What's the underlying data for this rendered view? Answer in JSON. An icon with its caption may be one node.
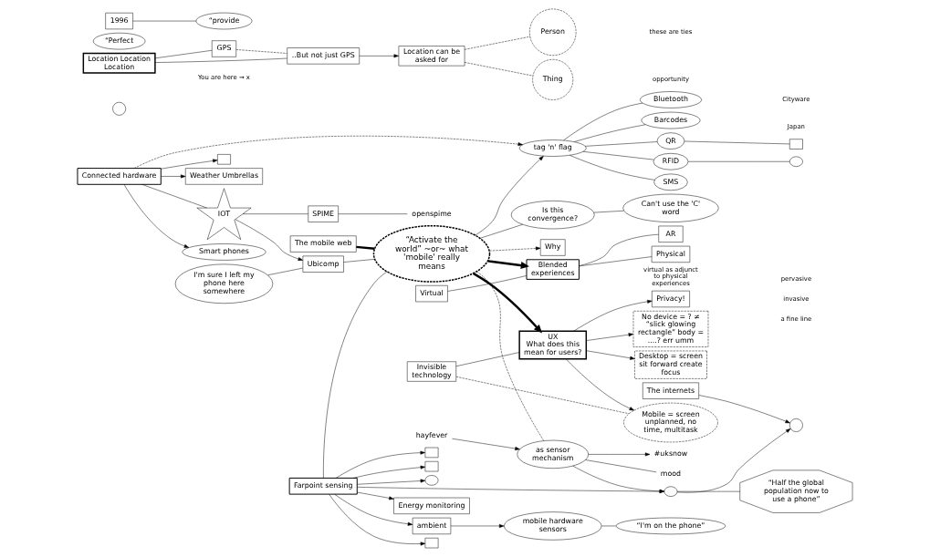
{
  "diagram": {
    "nodes": [
      {
        "text": [
          "“Activate the world” ~or~ what 'mobile' really means"
        ]
      },
      {
        "text": [
          "Connected hardware"
        ]
      },
      {
        "text": [],
        "shape": "box"
      },
      {
        "text": [
          "Weather Umbrellas"
        ]
      },
      {
        "text": [
          "Smart phones"
        ]
      },
      {
        "text": [
          "Barcodes"
        ]
      },
      {
        "text": [
          "QR"
        ]
      },
      {
        "text": [],
        "shape": "box"
      },
      {
        "text": [],
        "shape": "cloud"
      },
      {
        "text": [
          "RFID"
        ]
      },
      {
        "text": [
          "SMS"
        ]
      },
      {
        "text": [
          "Bluetooth"
        ]
      },
      {
        "text": [
          "tag 'n' flag"
        ]
      },
      {
        "text": [],
        "shape": "circle"
      },
      {
        "text": [
          "The mobile web"
        ]
      },
      {
        "text": [
          "IOT"
        ]
      },
      {
        "text": [
          "SPIME"
        ]
      },
      {
        "text": [
          "openspime"
        ]
      },
      {
        "text": [
          "I'm sure I left my phone here somewhere"
        ]
      },
      {
        "text": [
          "Invisible technology"
        ]
      },
      {
        "text": [
          "Ubicomp"
        ]
      },
      {
        "text": [
          "UX",
          "What does this mean for users?"
        ]
      },
      {
        "text": [
          "Desktop = screen sit forward create focus"
        ]
      },
      {
        "text": [
          "Privacy!"
        ]
      },
      {
        "text": [
          "No device = ? ≠ “slick glowing rectangle” body = ....? err umm"
        ]
      },
      {
        "text": [
          "Mobile = screen unplanned, no time, multitask"
        ]
      },
      {
        "text": [
          "Location Location Location"
        ]
      },
      {
        "text": [
          "Blended experiences"
        ]
      },
      {
        "text": [
          "AR"
        ]
      },
      {
        "text": [
          "Farpoint sensing"
        ]
      },
      {
        "text": [
          "Energy monitoring"
        ]
      },
      {
        "text": [
          "ambient"
        ]
      },
      {
        "text": [
          "mobile hardware sensors"
        ]
      },
      {
        "text": [
          "“I'm on the phone”"
        ]
      },
      {
        "text": [
          "The internets"
        ]
      },
      {
        "text": [],
        "shape": "circle"
      },
      {
        "text": [],
        "shape": "cloud"
      },
      {
        "text": [],
        "shape": "box"
      },
      {
        "text": [],
        "shape": "box"
      },
      {
        "text": [],
        "shape": "box"
      },
      {
        "text": [],
        "shape": "cloud"
      },
      {
        "text": [
          "as sensor mechanism"
        ]
      },
      {
        "text": [
          "“Half the global population now to use a phone”"
        ]
      },
      {
        "text": [
          "Is this convergence?"
        ]
      },
      {
        "text": [
          "Can't use the 'C' word"
        ]
      },
      {
        "text": [
          "“Perfect"
        ]
      },
      {
        "text": [
          "Why"
        ]
      },
      {
        "text": [
          "1996"
        ]
      },
      {
        "text": [
          "“provide"
        ]
      },
      {
        "text": [
          "GPS"
        ]
      },
      {
        "text": [
          "..But not just GPS"
        ]
      },
      {
        "text": [
          "Location can be asked for"
        ]
      },
      {
        "text": [
          "Person"
        ]
      },
      {
        "text": [
          "Thing"
        ]
      },
      {
        "text": [
          "hayfever"
        ]
      },
      {
        "text": [
          "mood"
        ]
      },
      {
        "text": [
          "#uksnow"
        ]
      },
      {
        "text": [
          "Virtual"
        ]
      },
      {
        "text": [
          "Physical"
        ]
      }
    ],
    "edges": [
      {
        "from": 1,
        "to": 2,
        "arrow": "to"
      },
      {
        "from": 1,
        "to": 3,
        "arrow": "to"
      },
      {
        "from": 1,
        "to": 4,
        "arrow": "to"
      },
      {
        "from": 1,
        "to": 12,
        "arrow": "to",
        "style": "dashed"
      },
      {
        "from": 1,
        "to": 15,
        "arrow": "none"
      },
      {
        "from": 12,
        "to": 5,
        "arrow": "none"
      },
      {
        "from": 12,
        "to": 6,
        "arrow": "none"
      },
      {
        "from": 6,
        "to": 7,
        "arrow": "none"
      },
      {
        "from": 12,
        "to": 9,
        "arrow": "none"
      },
      {
        "from": 9,
        "to": 8,
        "arrow": "none"
      },
      {
        "from": 12,
        "to": 10,
        "arrow": "none"
      },
      {
        "from": 12,
        "to": 11,
        "arrow": "none"
      },
      {
        "from": 0,
        "to": 12,
        "arrow": "to"
      },
      {
        "from": 14,
        "to": 0,
        "arrow": "none",
        "style": "thick"
      },
      {
        "from": 15,
        "to": 16,
        "arrow": "none"
      },
      {
        "from": 16,
        "to": 17,
        "arrow": "none"
      },
      {
        "from": 15,
        "to": 20,
        "arrow": "to"
      },
      {
        "from": 18,
        "to": 20,
        "arrow": "none"
      },
      {
        "from": 20,
        "to": 0,
        "arrow": "none"
      },
      {
        "from": 19,
        "to": 25,
        "arrow": "none",
        "style": "dashed"
      },
      {
        "from": 19,
        "to": 21,
        "arrow": "none"
      },
      {
        "from": 0,
        "to": 21,
        "arrow": "to",
        "style": "thick"
      },
      {
        "from": 21,
        "to": 22,
        "arrow": "to"
      },
      {
        "from": 21,
        "to": 23,
        "arrow": "to"
      },
      {
        "from": 21,
        "to": 24,
        "arrow": "to"
      },
      {
        "from": 21,
        "to": 25,
        "arrow": "to"
      },
      {
        "from": 0,
        "to": 27,
        "arrow": "to",
        "style": "thick"
      },
      {
        "from": 27,
        "to": 28,
        "arrow": "none"
      },
      {
        "from": 57,
        "to": 27,
        "arrow": "none"
      },
      {
        "from": 27,
        "to": 58,
        "arrow": "none"
      },
      {
        "from": 29,
        "to": 0,
        "arrow": "none"
      },
      {
        "from": 29,
        "to": 30,
        "arrow": "to"
      },
      {
        "from": 29,
        "to": 31,
        "arrow": "to"
      },
      {
        "from": 31,
        "to": 32,
        "arrow": "to"
      },
      {
        "from": 32,
        "to": 33,
        "arrow": "none"
      },
      {
        "from": 29,
        "to": 40,
        "arrow": "to"
      },
      {
        "from": 29,
        "to": 37,
        "arrow": "to"
      },
      {
        "from": 29,
        "to": 39,
        "arrow": "to"
      },
      {
        "from": 29,
        "to": 38,
        "arrow": "to"
      },
      {
        "from": 29,
        "to": 36,
        "arrow": "to"
      },
      {
        "from": 36,
        "to": 35,
        "arrow": "to"
      },
      {
        "from": 34,
        "to": 35,
        "arrow": "to"
      },
      {
        "from": 36,
        "to": 42,
        "arrow": "none"
      },
      {
        "from": 54,
        "to": 41,
        "arrow": "to"
      },
      {
        "from": 41,
        "to": 36,
        "arrow": "to"
      },
      {
        "from": 41,
        "to": 55,
        "arrow": "none"
      },
      {
        "from": 41,
        "to": 56,
        "arrow": "to"
      },
      {
        "from": 0,
        "to": 41,
        "arrow": "none",
        "style": "dashed"
      },
      {
        "from": 0,
        "to": 43,
        "arrow": "none"
      },
      {
        "from": 43,
        "to": 44,
        "arrow": "none"
      },
      {
        "from": 0,
        "to": 46,
        "arrow": "to",
        "style": "dashed"
      },
      {
        "from": 47,
        "to": 48,
        "arrow": "none"
      },
      {
        "from": 26,
        "to": 49,
        "arrow": "none"
      },
      {
        "from": 26,
        "to": 50,
        "arrow": "none"
      },
      {
        "from": 49,
        "to": 50,
        "arrow": "none",
        "style": "dashed"
      },
      {
        "from": 50,
        "to": 51,
        "arrow": "to"
      },
      {
        "from": 51,
        "to": 52,
        "arrow": "none",
        "style": "dashed"
      },
      {
        "from": 51,
        "to": 53,
        "arrow": "none",
        "style": "dashed"
      }
    ],
    "labels": [
      "Japan",
      "Cityware",
      "pervasive",
      "invasive",
      "a fine line",
      "virtual as adjunct to physical experiences",
      "You are here → x",
      "these are ties",
      "opportunity"
    ]
  }
}
